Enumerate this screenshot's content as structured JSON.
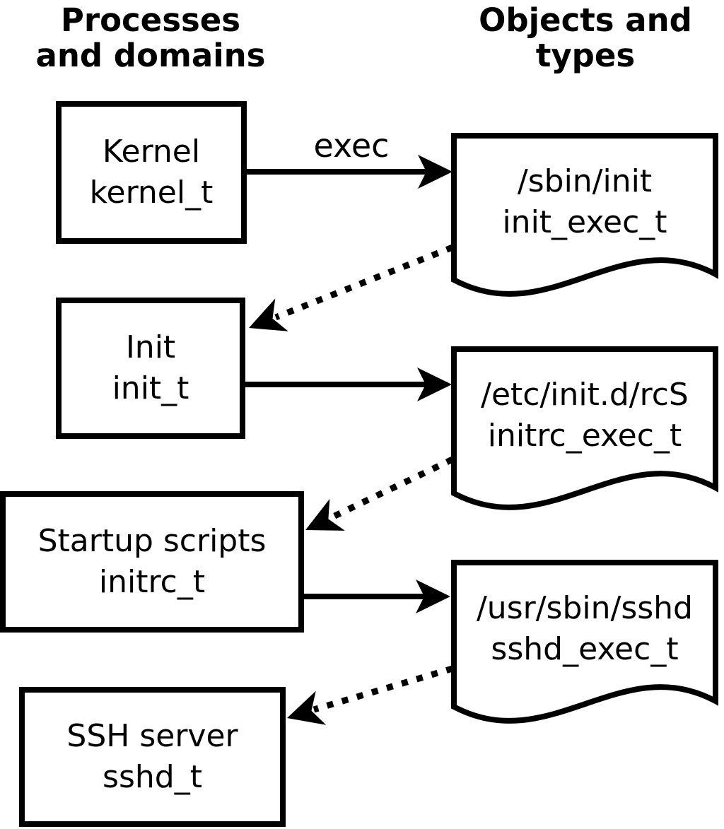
{
  "headers": {
    "processes": {
      "line1": "Processes",
      "line2": "and domains"
    },
    "objects": {
      "line1": "Objects and",
      "line2": "types"
    }
  },
  "nodes": {
    "processes": [
      {
        "name": "Kernel",
        "type": "kernel_t"
      },
      {
        "name": "Init",
        "type": "init_t"
      },
      {
        "name": "Startup scripts",
        "type": "initrc_t"
      },
      {
        "name": "SSH server",
        "type": "sshd_t"
      }
    ],
    "objects": [
      {
        "path": "/sbin/init",
        "type": "init_exec_t"
      },
      {
        "path": "/etc/init.d/rcS",
        "type": "initrc_exec_t"
      },
      {
        "path": "/usr/sbin/sshd",
        "type": "sshd_exec_t"
      }
    ]
  },
  "edges": {
    "solid": [
      {
        "from": "kernel_t",
        "to": "init_exec_t",
        "label": "exec"
      },
      {
        "from": "init_t",
        "to": "initrc_exec_t",
        "label": ""
      },
      {
        "from": "initrc_t",
        "to": "sshd_exec_t",
        "label": ""
      }
    ],
    "dotted": [
      {
        "from": "init_exec_t",
        "to": "init_t"
      },
      {
        "from": "initrc_exec_t",
        "to": "initrc_t"
      },
      {
        "from": "sshd_exec_t",
        "to": "sshd_t"
      }
    ]
  },
  "colors": {
    "stroke": "#000000",
    "background": "#ffffff",
    "shape_fill": "#ffffff"
  }
}
